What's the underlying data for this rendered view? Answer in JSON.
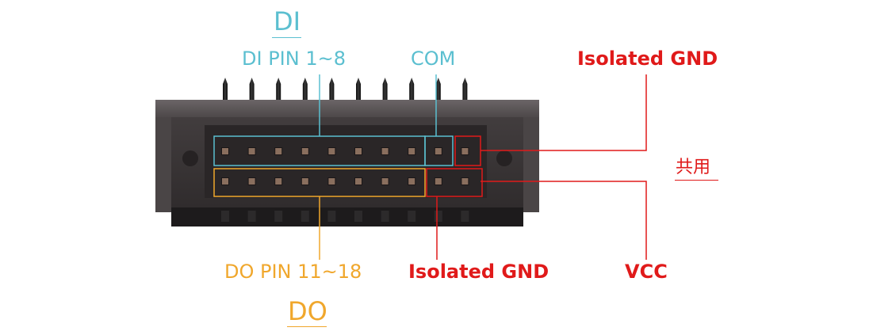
{
  "labels": {
    "di_title": "DI",
    "di_pins": "DI PIN 1~8",
    "com": "COM",
    "isolated_gnd_top": "Isolated GND",
    "shared": "共用",
    "do_pins": "DO PIN 11~18",
    "isolated_gnd_bottom": "Isolated GND",
    "vcc": "VCC",
    "do_title": "DO"
  },
  "colors": {
    "di": "#5bbfd0",
    "do": "#f0a72c",
    "red": "#e01a1a",
    "housing_top": "#5d585a",
    "housing_body": "#3b3637",
    "housing_base": "#1d1b1c",
    "pin_pad": "#8a6f5e"
  },
  "connector": {
    "pins_per_row": 10,
    "rows": 2
  }
}
